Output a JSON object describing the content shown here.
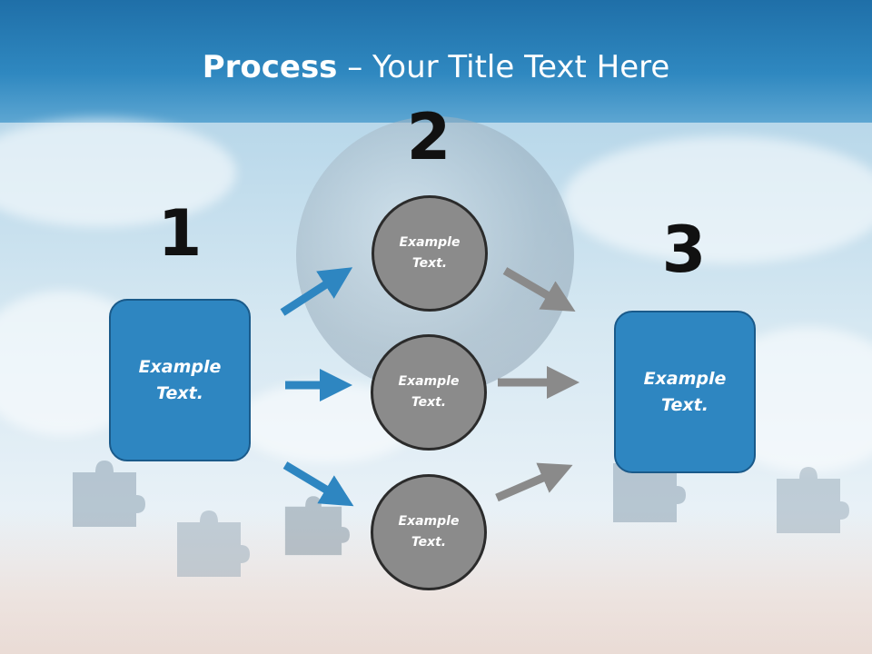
{
  "title": {
    "bold": "Process",
    "rest": " – Your Title Text Here"
  },
  "steps": {
    "one": {
      "number": "1",
      "line1": "Example",
      "line2": "Text."
    },
    "two": {
      "number": "2"
    },
    "three": {
      "number": "3",
      "line1": "Example",
      "line2": "Text."
    }
  },
  "circles": [
    {
      "line1": "Example",
      "line2": "Text."
    },
    {
      "line1": "Example",
      "line2": "Text."
    },
    {
      "line1": "Example",
      "line2": "Text."
    }
  ],
  "colors": {
    "blue": "#2e86c1",
    "gray": "#8b8b8b",
    "arrow_gray": "#8a8a8a"
  }
}
